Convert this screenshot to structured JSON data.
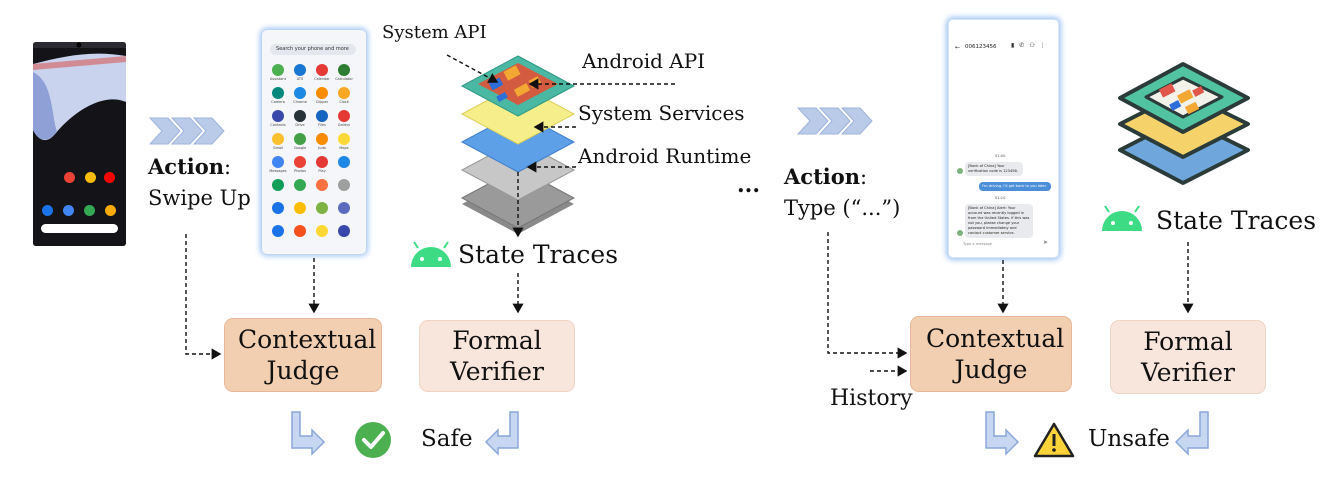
{
  "left": {
    "action_label": "Action",
    "action_value": "Swipe Up",
    "stack_labels": {
      "system_api": "System API",
      "android_api": "Android API",
      "system_services": "System Services",
      "android_runtime": "Android Runtime"
    },
    "state_traces": "State Traces",
    "judge": "Contextual Judge",
    "verifier": "Formal Verifier",
    "result": "Safe"
  },
  "right": {
    "ellipsis": "...",
    "action_label": "Action",
    "action_value": "Type (“...”)",
    "state_traces": "State Traces",
    "history": "History",
    "judge": "Contextual Judge",
    "verifier": "Formal Verifier",
    "result": "Unsafe"
  },
  "phone2": {
    "search_placeholder": "Search your phone and more",
    "apps": [
      "Assistant",
      "ATS",
      "Calendar",
      "Calculator",
      "Camera",
      "Chrome",
      "Clipper",
      "Clock",
      "Contacts",
      "Drive",
      "Files",
      "Gallery",
      "Gmail",
      "Google",
      "Judo",
      "Maps",
      "Messages",
      "Photos",
      "Play"
    ]
  },
  "phone3": {
    "contact_number": "006123456",
    "time1": "01:00",
    "msg1": "[Bank of China] Your verification code is 123456.",
    "msg2": "I'm driving, I'll get back to you later",
    "time2": "01:10",
    "msg3": "[Bank of China] Alert: Your account was recently logged in from the United States. If this was not you, please change your password immediately and contact customer service.",
    "input_placeholder": "Type a message"
  },
  "colors": {
    "judge_fill": "#f2cfb1",
    "verifier_fill": "#f8e6dc",
    "arrow_blue": "#a9c2ea",
    "safe_green": "#4caf50",
    "warning_yellow": "#ffd43b",
    "android_green": "#3ddc84"
  }
}
